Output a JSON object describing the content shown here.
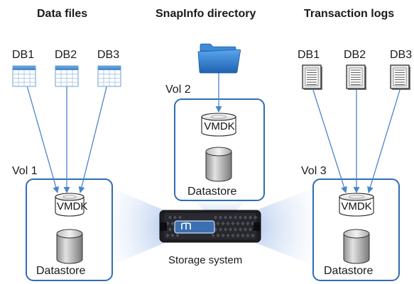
{
  "headings": {
    "data_files": "Data files",
    "snapinfo": "SnapInfo directory",
    "transaction_logs": "Transaction logs"
  },
  "data_files": {
    "dbs": [
      "DB1",
      "DB2",
      "DB3"
    ]
  },
  "transaction_logs": {
    "dbs": [
      "DB1",
      "DB2",
      "DB3"
    ]
  },
  "volumes": [
    {
      "label": "Vol 1",
      "vmdk": "VMDK",
      "datastore": "Datastore"
    },
    {
      "label": "Vol 2",
      "vmdk": "VMDK",
      "datastore": "Datastore"
    },
    {
      "label": "Vol 3",
      "vmdk": "VMDK",
      "datastore": "Datastore"
    }
  ],
  "storage": {
    "label": "Storage system"
  },
  "colors": {
    "arrow": "#4a86c8",
    "box_border": "#2f6db5",
    "folder": "#2f7fd0",
    "glow": "#c9d8f2"
  },
  "icons": {
    "data_file": "table-icon",
    "transaction_log": "log-document-icon",
    "snapinfo": "folder-icon",
    "vmdk": "disk-icon",
    "datastore": "database-cylinder-icon",
    "storage": "storage-array-icon"
  }
}
